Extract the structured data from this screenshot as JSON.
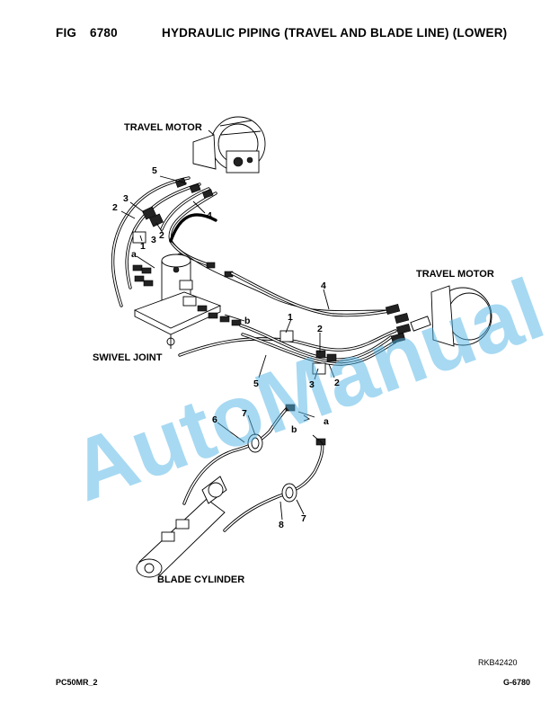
{
  "header": {
    "fig_label": "FIG",
    "fig_number": "6780",
    "title": "HYDRAULIC PIPING (TRAVEL AND BLADE LINE) (LOWER)"
  },
  "labels": {
    "travel_motor_upper": "TRAVEL MOTOR",
    "travel_motor_right": "TRAVEL MOTOR",
    "swivel_joint": "SWIVEL JOINT",
    "blade_cylinder": "BLADE CYLINDER"
  },
  "callouts": {
    "c5_upper": "5",
    "c3_upper": "3",
    "c2_upper": "2",
    "c1_upper": "1",
    "c3_upper_b": "3",
    "c2_upper_b": "2",
    "c4_upper": "4",
    "ca_upper": "a",
    "c4_right": "4",
    "c1_mid": "1",
    "c2_mid": "2",
    "cb_mid": "b",
    "c5_lower": "5",
    "c3_lower": "3",
    "c2_lower": "2",
    "c6": "6",
    "c7_upper": "7",
    "ca_blade": "a",
    "cb_blade": "b",
    "c8": "8",
    "c7_lower": "7"
  },
  "watermark": "AutoManual",
  "reference_code": "RKB42420",
  "footer": {
    "model": "PC50MR_2",
    "page": "G-6780"
  },
  "colors": {
    "watermark": "#4fb4e6",
    "line": "#000000",
    "background": "#ffffff"
  }
}
